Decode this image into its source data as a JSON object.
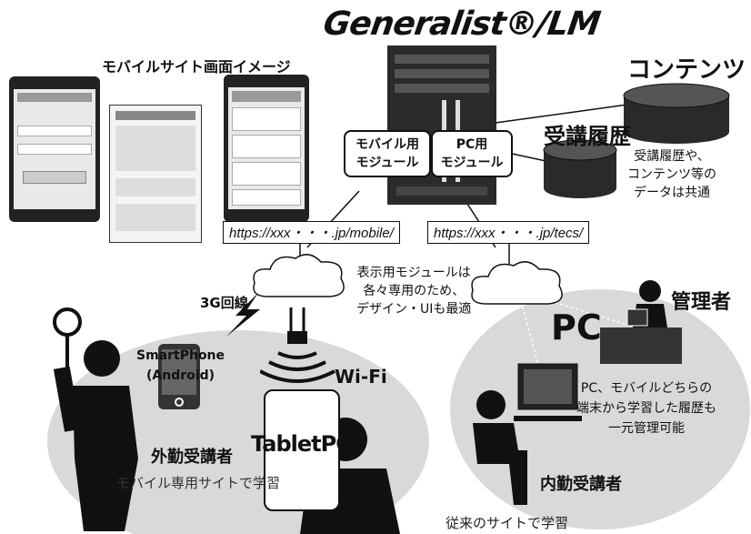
{
  "product": {
    "logo_text": "Generalist®/LM"
  },
  "mobile": {
    "screens_caption": "モバイルサイト画面イメージ",
    "url": "https://xxx・・・.jp/mobile/",
    "module_label": "モバイル用\nモジュール",
    "line_label": "3G回線",
    "wifi_label": "Wi-Fi",
    "smartphone_label": "SmartPhone\n(Android)",
    "tablet_label": "TabletPC",
    "learner_label": "外勤受講者",
    "learner_caption": "モバイル専用サイトで学習"
  },
  "pc": {
    "url": "https://xxx・・・.jp/tecs/",
    "module_label": "PC用\nモジュール",
    "pc_label": "PC",
    "admin_label": "管理者",
    "learner_label": "内勤受講者",
    "learner_caption": "従来のサイトで学習",
    "admin_caption": "PC、モバイルどちらの\n端末から学習した履歴も\n一元管理可能"
  },
  "data_stores": {
    "contents_label": "コンテンツ",
    "history_label": "受講履歴",
    "shared_note": "受講履歴や、\nコンテンツ等の\nデータは共通"
  },
  "display_note": "表示用モジュールは\n各々専用のため、\nデザイン・UIも最適"
}
